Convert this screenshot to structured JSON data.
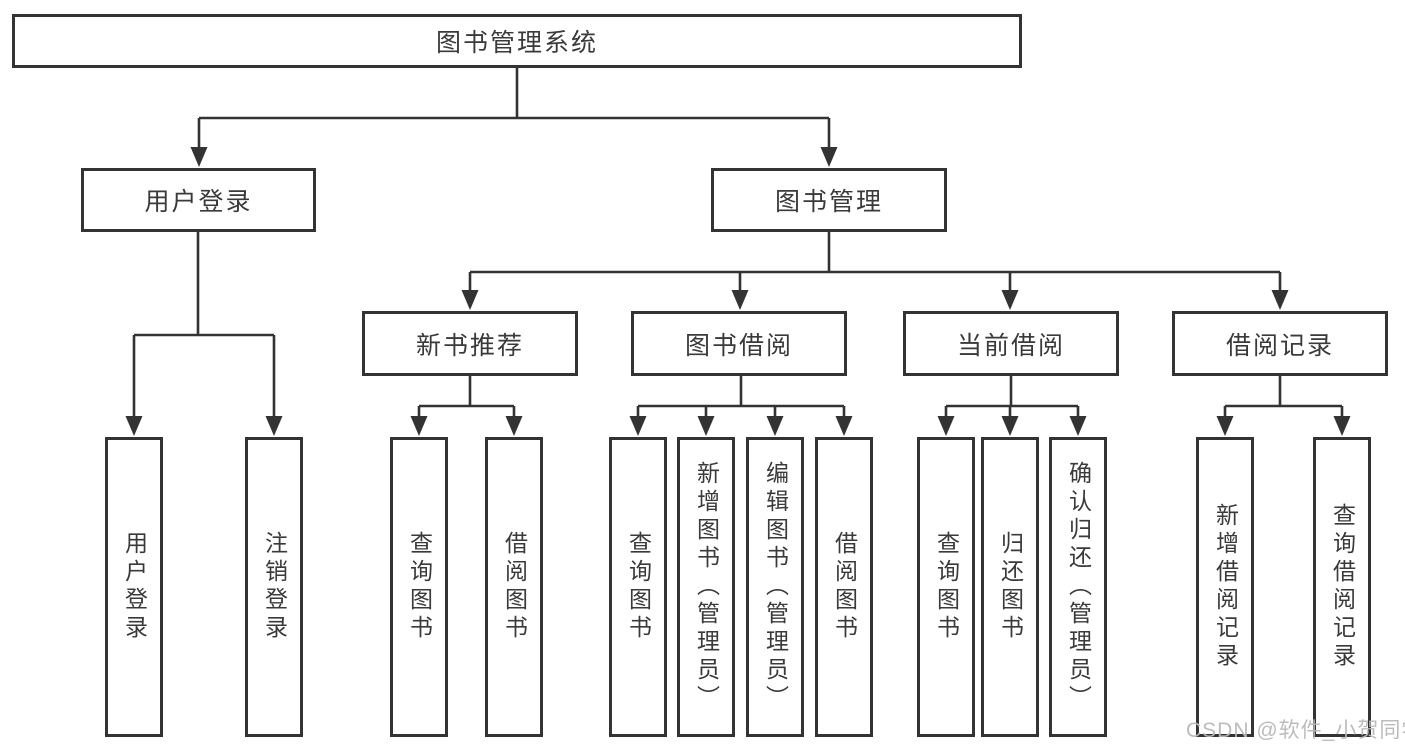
{
  "diagram": {
    "title": "图书管理系统",
    "colors": {
      "line": "#333333",
      "text": "#3a3a3a",
      "background": "#ffffff",
      "watermark": "#b8b8b8"
    },
    "root": {
      "label": "图书管理系统"
    },
    "branches": [
      {
        "label": "用户登录",
        "children": [
          {
            "label": "用户登录"
          },
          {
            "label": "注销登录"
          }
        ]
      },
      {
        "label": "图书管理",
        "children": [
          {
            "label": "新书推荐",
            "children": [
              {
                "label": "查询图书"
              },
              {
                "label": "借阅图书"
              }
            ]
          },
          {
            "label": "图书借阅",
            "children": [
              {
                "label": "查询图书"
              },
              {
                "label": "新增图书（管理员）"
              },
              {
                "label": "编辑图书（管理员）"
              },
              {
                "label": "借阅图书"
              }
            ]
          },
          {
            "label": "当前借阅",
            "children": [
              {
                "label": "查询图书"
              },
              {
                "label": "归还图书"
              },
              {
                "label": "确认归还（管理员）"
              }
            ]
          },
          {
            "label": "借阅记录",
            "children": [
              {
                "label": "新增借阅记录"
              },
              {
                "label": "查询借阅记录"
              }
            ]
          }
        ]
      }
    ],
    "watermark": "CSDN @软件_小贺同学"
  }
}
